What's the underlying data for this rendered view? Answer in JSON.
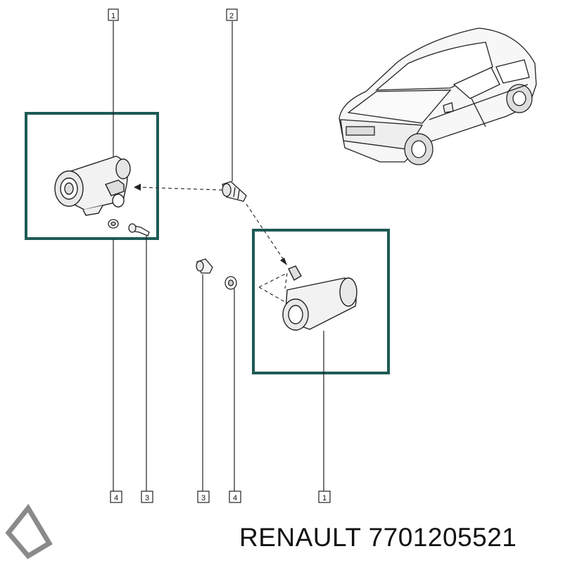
{
  "callouts": {
    "top_left": "1",
    "top_mid": "2",
    "bottom_4a": "4",
    "bottom_3a": "3",
    "bottom_3b": "3",
    "bottom_4b": "4",
    "bottom_1": "1"
  },
  "footer": {
    "brand": "RENAULT",
    "part_number": "7701205521"
  },
  "colors": {
    "frame": "#1e5a55",
    "line": "#222222",
    "logo": "#8a8a8a"
  },
  "icons": {
    "logo": "renault-diamond-logo",
    "car": "hatchback-car-illustration"
  }
}
